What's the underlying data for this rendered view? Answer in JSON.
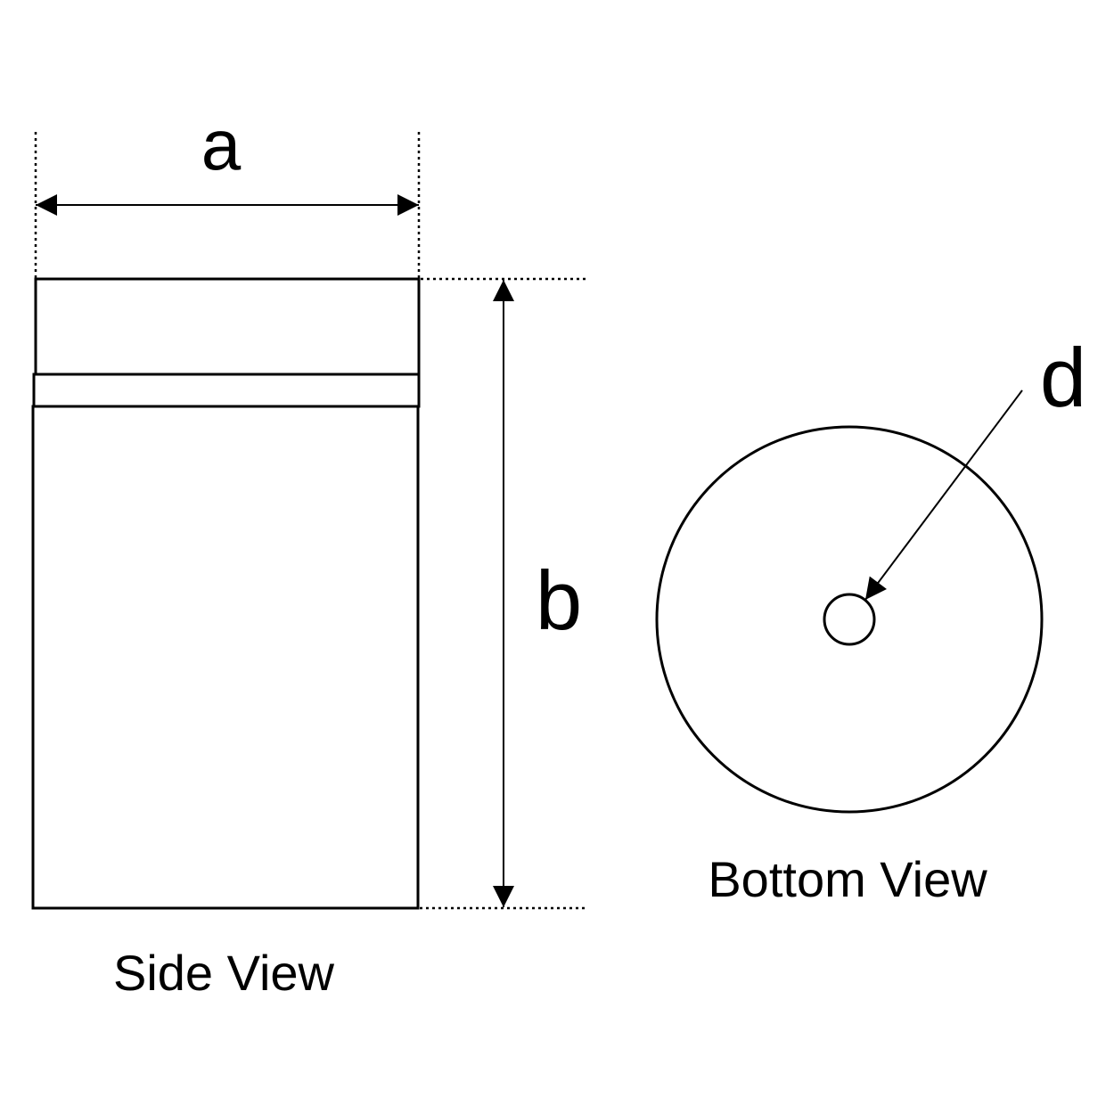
{
  "dimensions": {
    "width_label": "a",
    "height_label": "b",
    "hole_label": "d"
  },
  "views": {
    "side_label": "Side View",
    "bottom_label": "Bottom View"
  },
  "colors": {
    "stroke": "#000000",
    "background": "#ffffff"
  }
}
